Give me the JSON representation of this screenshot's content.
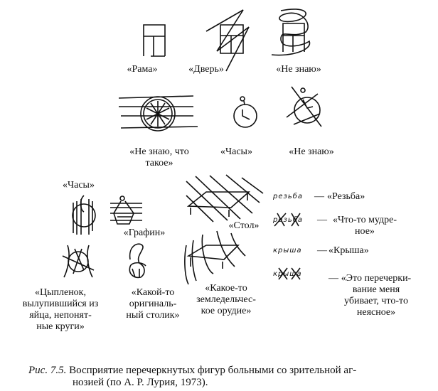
{
  "row1": {
    "labels": [
      "«Рама»",
      "«Дверь»",
      "«Не знаю»"
    ]
  },
  "row2": {
    "labels": [
      "«Не знаю, что",
      "такое»",
      "«Часы»",
      "«Не знаю»"
    ]
  },
  "row3": {
    "labels": [
      "«Часы»",
      "«Графин»",
      "«Стол»"
    ]
  },
  "row4": {
    "labels": [
      [
        "«Цыпленок,",
        "вылупившийся из",
        "яйца, непонят-",
        "ные круги»"
      ],
      [
        "«Какой-то",
        "оригиналь-",
        "ный столик»"
      ],
      [
        "«Какое-то",
        "земледельчес-",
        "кое орудие»"
      ]
    ]
  },
  "words": [
    {
      "handwritten": "резьба",
      "dash": "—",
      "answer": [
        "«Резьба»"
      ]
    },
    {
      "handwritten": "резьба",
      "dash": "—",
      "answer": [
        "«Что-то мудре-",
        "ное»"
      ]
    },
    {
      "handwritten": "крыша",
      "dash": "—",
      "answer": [
        "«Крыша»"
      ]
    },
    {
      "handwritten": "крыша",
      "dash": "—",
      "answer": [
        "«Это перечерки-",
        "вание меня",
        "убивает, что-то",
        "неясное»"
      ]
    }
  ],
  "caption": {
    "label": "Рис. 7.5.",
    "text1": "Восприятие перечеркнутых фигур больными со зрительной аг-",
    "text2": "нозией (по А. Р. Лурия, 1973)."
  }
}
